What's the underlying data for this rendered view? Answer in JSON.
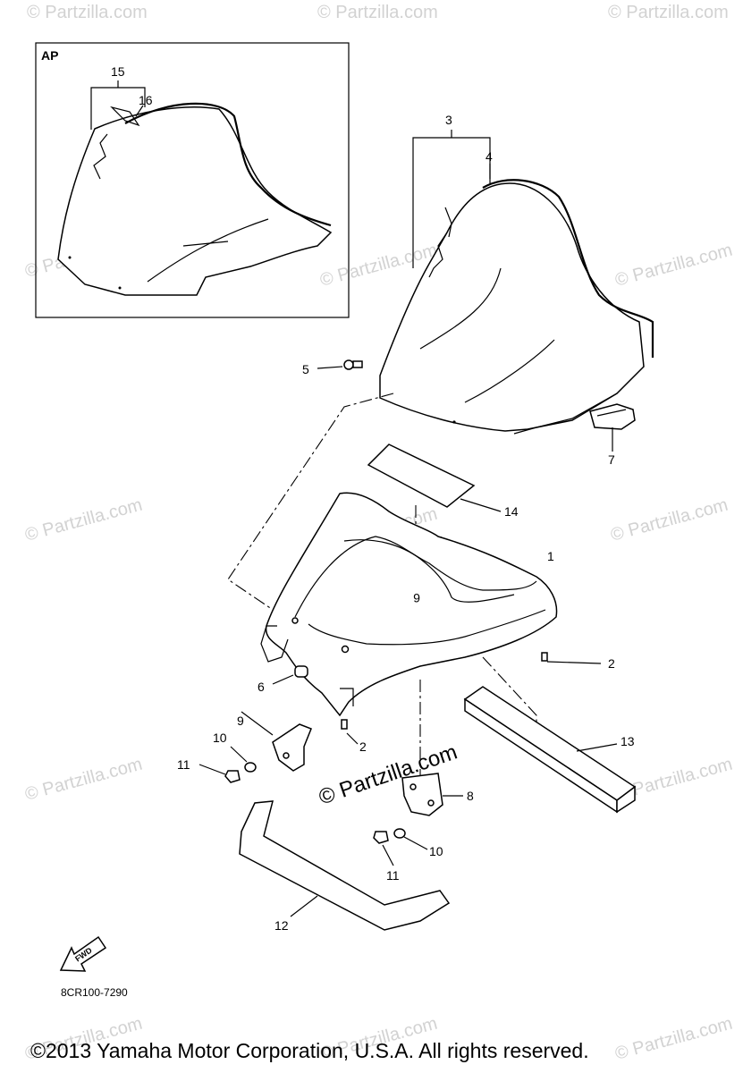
{
  "inset": {
    "label": "AP"
  },
  "callouts": {
    "c1": "1",
    "c2a": "2",
    "c2b": "2",
    "c3": "3",
    "c4": "4",
    "c5": "5",
    "c6": "6",
    "c7": "7",
    "c8": "8",
    "c9": "9",
    "c10a": "10",
    "c10b": "10",
    "c11a": "11",
    "c11b": "11",
    "c12": "12",
    "c13": "13",
    "c14": "14",
    "c15": "15",
    "c16": "16"
  },
  "fwd_arrow": {
    "label": "FWD"
  },
  "part_code": "8CR100-7290",
  "watermark": {
    "text": "© Partzilla.com",
    "center_text": "© Partzilla.com"
  },
  "copyright": "©2013  Yamaha Motor Corporation, U.S.A. All rights reserved."
}
